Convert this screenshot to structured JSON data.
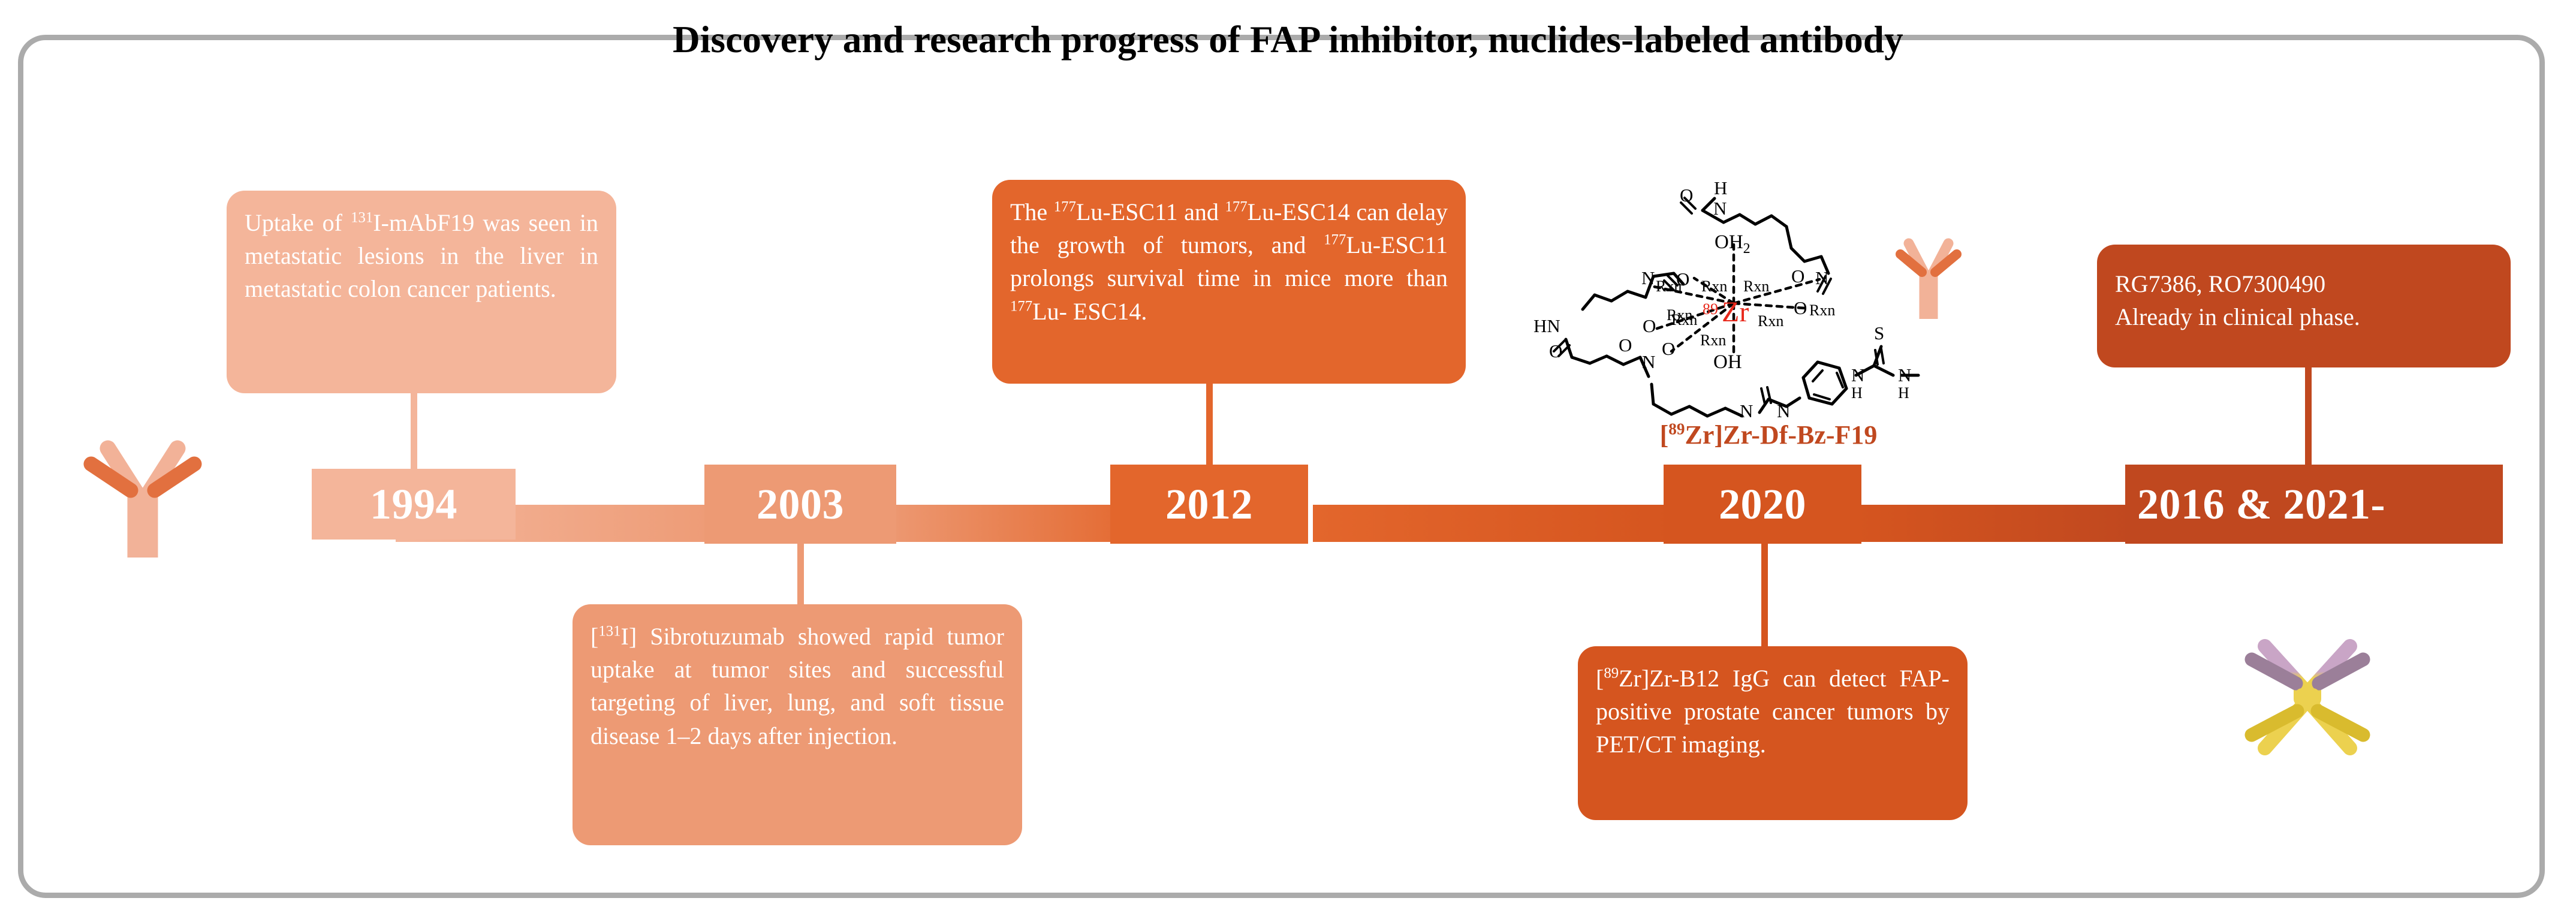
{
  "figure": {
    "title": "Discovery and research progress of FAP inhibitor, nuclides-labeled antibody",
    "frame_color": "#ababab",
    "background": "#ffffff"
  },
  "palette": {
    "year_1994": "#f4b59a",
    "year_2003": "#ed9a74",
    "year_2012": "#e3662c",
    "year_2020": "#d5551f",
    "year_2016_2021": "#c0481f",
    "accent_text": "#c0481f",
    "zr_red": "#e8291c",
    "antibody_light": "#f2b298",
    "antibody_dark": "#e2703f",
    "bispecific_purple": "#c9a5c6",
    "bispecific_purple_dark": "#9b7f99",
    "bispecific_yellow": "#ecd14f",
    "bispecific_yellow_dark": "#d9bb2e"
  },
  "timeline": {
    "milestones": [
      {
        "id": "m1994",
        "year": "1994",
        "color": "#f4b59a",
        "card_position": "above",
        "card_color": "#f4b59a",
        "card_lines": [
          "Uptake of 131I-mAbF19 was seen in metastatic lesions in the liver in metastatic colon cancer patients."
        ],
        "card_html": "Uptake of <sup>131</sup>I-mAbF19 was seen in metastatic lesions in the liver in metastatic colon cancer patients."
      },
      {
        "id": "m2003",
        "year": "2003",
        "color": "#ed9a74",
        "card_position": "below",
        "card_color": "#ed9a74",
        "card_lines": [
          "[131I] Sibrotuzumab showed rapid tumor uptake at tumor sites and successful targeting of liver, lung, and soft tissue disease 1–2 days after injection."
        ],
        "card_html": "[<sup>131</sup>I] Sibrotuzumab showed rapid tumor uptake at tumor sites and successful targeting of liver, lung, and soft tissue disease 1–2 days after injection."
      },
      {
        "id": "m2012",
        "year": "2012",
        "color": "#e3662c",
        "card_position": "above",
        "card_color": "#e3662c",
        "card_lines": [
          "The 177Lu-ESC11 and 177Lu-ESC14 can delay the growth of tumors, and 177Lu-ESC11 prolongs survival time in mice more than 177Lu- ESC14."
        ],
        "card_html": "The <sup>177</sup>Lu-ESC11 and <sup>177</sup>Lu-ESC14 can delay the growth of tumors, and <sup>177</sup>Lu-ESC11 prolongs survival time in mice more than <sup>177</sup>Lu- ESC14."
      },
      {
        "id": "m2020",
        "year": "2020",
        "color": "#d5551f",
        "card_position": "below",
        "card_color": "#d5551f",
        "card_lines": [
          "[89Zr]Zr-B12 IgG can detect FAP-positive prostate cancer tumors by PET/CT imaging."
        ],
        "card_html": "[<sup>89</sup>Zr]Zr-B12 IgG can detect FAP-positive prostate cancer tumors by PET/CT imaging."
      },
      {
        "id": "m2016-2021",
        "year": "2016 & 2021-",
        "color": "#c0481f",
        "card_position": "above",
        "card_color": "#c0481f",
        "card_lines": [
          "RG7386, RO7300490",
          "Already in clinical phase."
        ],
        "card_html": "RG7386, RO7300490<br>Already in clinical phase."
      }
    ]
  },
  "chemistry": {
    "label": "[89Zr]Zr-Df-Bz-F19",
    "label_html": "[<sup>89</sup>Zr]Zr-Df-Bz-F19",
    "metal_center": "Zr",
    "metal_mass_number": "89",
    "coordination_labels": [
      "Rxn",
      "Rxn",
      "Rxn",
      "Rxn",
      "Rxn",
      "Rxn",
      "Rxn",
      "Rxn"
    ],
    "atom_labels": [
      "H",
      "O",
      "N",
      "OH2",
      "HN",
      "O",
      "N",
      "O",
      "O",
      "N",
      "O",
      "OH",
      "S",
      "N",
      "H",
      "N",
      "H",
      "N",
      "H",
      "S",
      "N",
      "H"
    ],
    "water_ligand": "OH2",
    "hydroxide_ligand": "OH",
    "linker": "thiourea-benzyl",
    "conjugate": "antibody"
  },
  "icons": {
    "antibody_left": "antibody-icon",
    "antibody_conjugate": "antibody-icon",
    "bispecific_antibody": "bispecific-antibody-icon"
  }
}
